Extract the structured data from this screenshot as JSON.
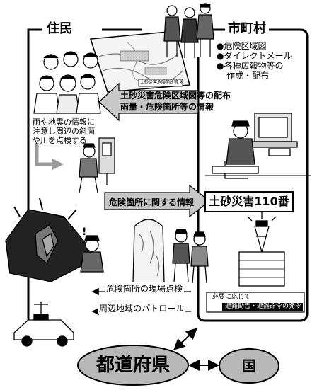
{
  "headers": {
    "residents": "住民",
    "municipality": "市町村"
  },
  "municipality_list": [
    "●危険区域図",
    "●ダイレクトメール",
    "●各種広報物等の",
    "作成・配布"
  ],
  "map_caption": "土砂災害危険箇所等 地域図",
  "info_arrow": {
    "line1": "土砂災害危険区域図等の配布",
    "line2": "雨量・危険箇所等の情報"
  },
  "resident_note": [
    "雨や地震の情報に",
    "注意し周辺の斜面",
    "や川を点検する"
  ],
  "report_arrow": "危険箇所に関する情報",
  "hotline": "土砂災害110番",
  "evac_note": {
    "line1": "必要に応じて",
    "line2": "避難勧告・避難命令の発令"
  },
  "inspection_arrows": [
    "危険箇所の現場点検",
    "周辺地域のパトロール"
  ],
  "prefecture": "都道府県",
  "nation": "国"
}
